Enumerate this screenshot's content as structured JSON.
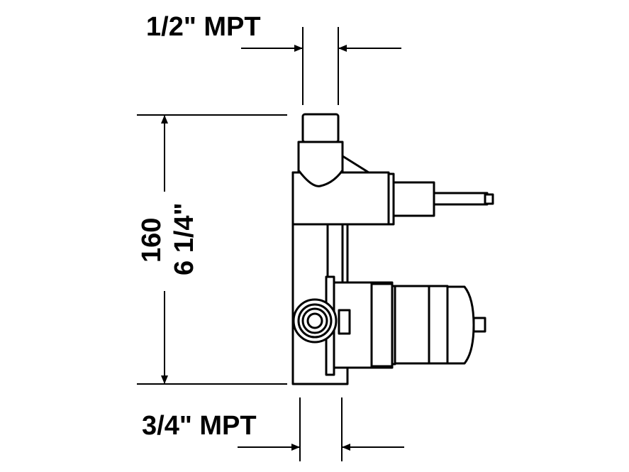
{
  "dimensions": {
    "top_connection": "1/2\" MPT",
    "bottom_connection": "3/4\" MPT",
    "height_mm": "160",
    "height_in": "6 1/4\""
  },
  "colors": {
    "line": "#000000",
    "background": "#ffffff"
  }
}
